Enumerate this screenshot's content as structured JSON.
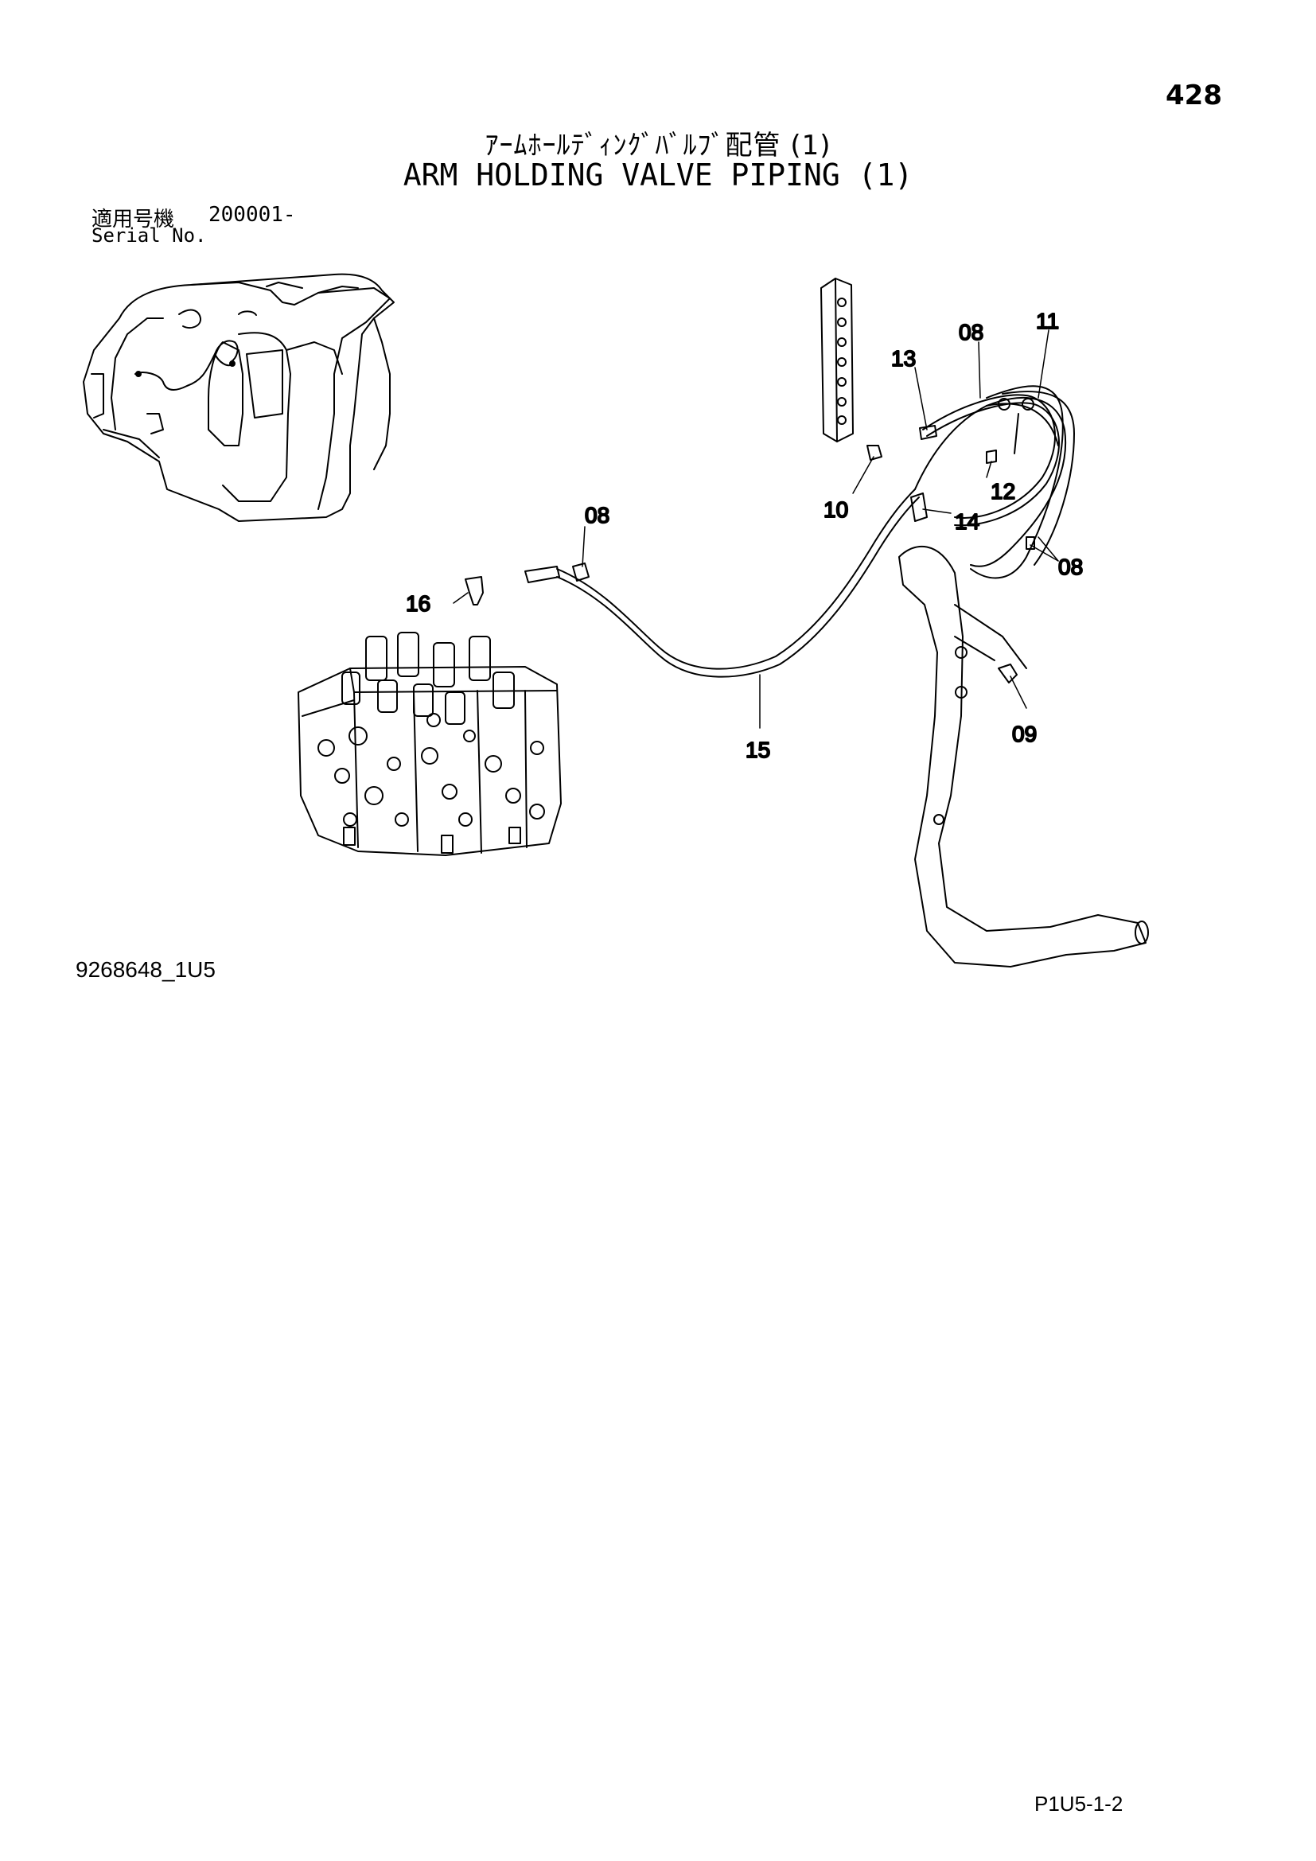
{
  "header": {
    "page_number": "428",
    "title_jp": "ｱｰﾑﾎｰﾙﾃﾞｨﾝｸﾞﾊﾞﾙﾌﾞ配管 (1)",
    "title_en": "ARM HOLDING VALVE PIPING (1)"
  },
  "serial": {
    "label_jp": "適用号機",
    "number": "200001-",
    "label_en": "Serial No."
  },
  "callouts": {
    "c08_top": "08",
    "c11": "11",
    "c13": "13",
    "c12": "12",
    "c10": "10",
    "c14": "14",
    "c08_mid": "08",
    "c08_right": "08",
    "c16": "16",
    "c09": "09",
    "c15": "15"
  },
  "footer": {
    "figure_id": "9268648_1U5",
    "page_code": "P1U5-1-2"
  }
}
